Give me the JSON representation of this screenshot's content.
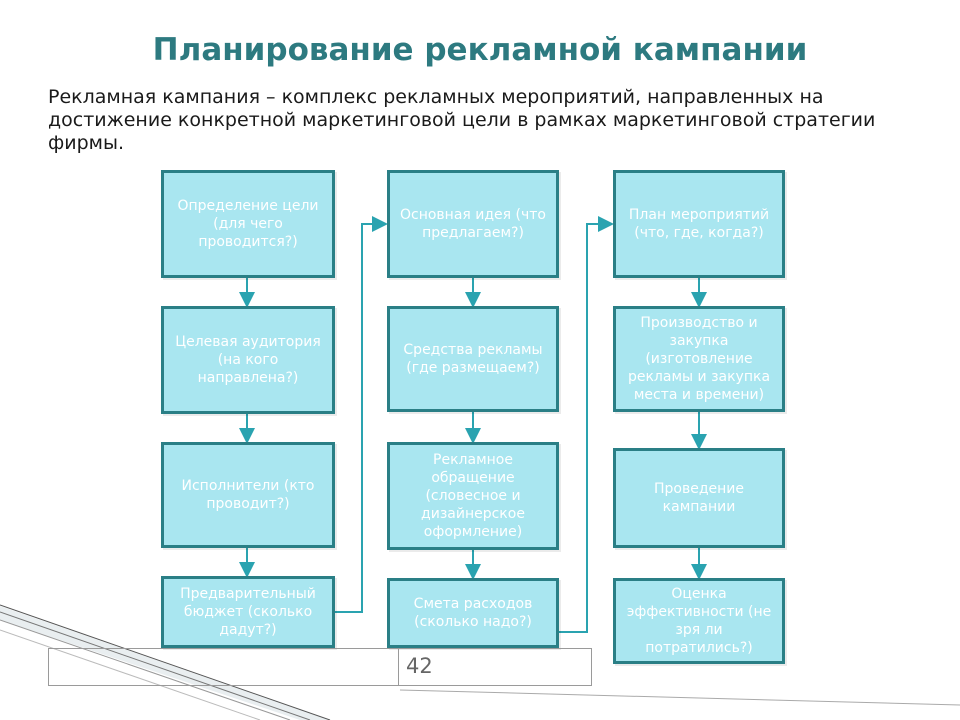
{
  "title": "Планирование рекламной кампании",
  "description": "Рекламная кампания – комплекс рекламных мероприятий, направленных на достижение конкретной маркетинговой цели в рамках маркетинговой стратегии фирмы.",
  "columns": [
    {
      "boxes": [
        "Определение цели (для чего проводится?)",
        "Целевая аудитория (на кого направлена?)",
        "Исполнители (кто проводит?)",
        "Предварительный бюджет (сколько дадут?)"
      ]
    },
    {
      "boxes": [
        "Основная идея (что предлагаем?)",
        "Средства рекламы (где размещаем?)",
        "Рекламное обращение (словесное и дизайнерское оформление)",
        "Смета расходов (сколько надо?)"
      ]
    },
    {
      "boxes": [
        "План мероприятий (что, где, когда?)",
        "Производство и закупка (изготовление рекламы и закупка места и времени)",
        "Проведение кампании",
        "Оценка эффективности (не зря ли потратились?)"
      ]
    }
  ],
  "page_number": "42",
  "colors": {
    "title": "#2d7a80",
    "box_fill": "#a9e6f0",
    "box_border": "#2a7f86",
    "connector": "#2aa3b0"
  }
}
